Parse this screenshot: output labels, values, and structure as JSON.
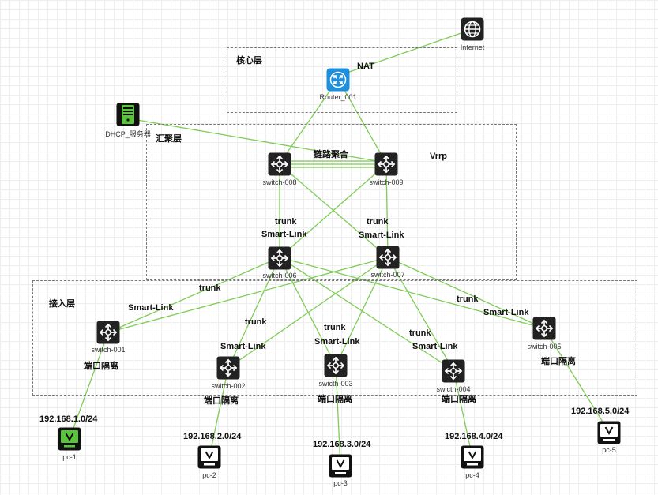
{
  "zones": {
    "core": "核心层",
    "aggregation": "汇聚层",
    "access": "接入层"
  },
  "nodes": {
    "internet": "Internet",
    "router": "Router_001",
    "dhcp": "DHCP_服务器",
    "switch008": "switch-008",
    "switch009": "switch-009",
    "switch006": "switch-006",
    "switch007": "switch-007",
    "switch001": "switch-001",
    "switch002": "switch-002",
    "switch003": "swicth-003",
    "switch004": "swicth-004",
    "switch005": "switch-005",
    "pc1": "pc-1",
    "pc2": "pc-2",
    "pc3": "pc-3",
    "pc4": "pc-4",
    "pc5": "pc-5"
  },
  "labels": {
    "nat": "NAT",
    "link_agg": "链路聚合",
    "vrrp": "Vrrp",
    "trunk": "trunk",
    "smart_link": "Smart-Link",
    "port_isolation": "端口隔离"
  },
  "subnets": {
    "s1": "192.168.1.0/24",
    "s2": "192.168.2.0/24",
    "s3": "192.168.3.0/24",
    "s4": "192.168.4.0/24",
    "s5": "192.168.5.0/24"
  },
  "colors": {
    "link": "#7dcc55",
    "switch": "#222222",
    "router": "#1d8fdc",
    "server": "#5ac53c",
    "pc_active": "#5ac53c",
    "pc": "#333333"
  }
}
